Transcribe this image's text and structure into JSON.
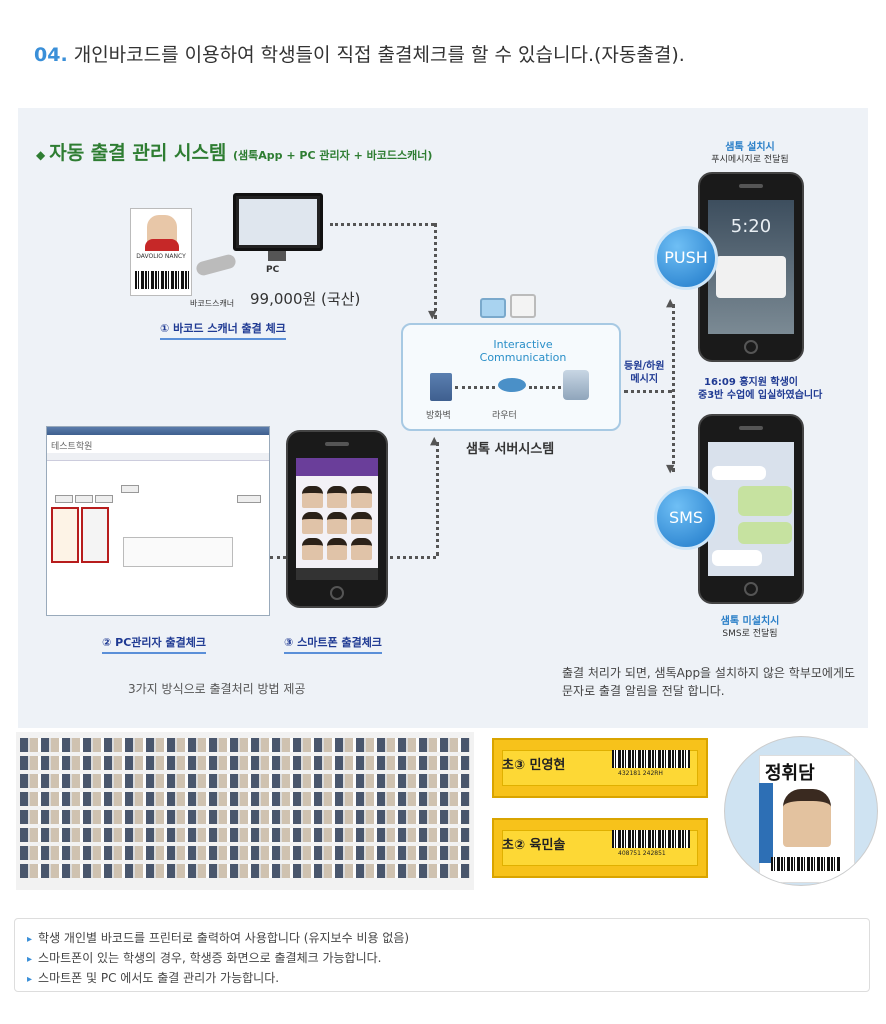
{
  "heading": {
    "number": "04.",
    "text": "개인바코드를 이용하여 학생들이 직접 출결체크를 할 수 있습니다.(자동출결)."
  },
  "diagram": {
    "title": "자동 출결 관리 시스템",
    "title_sub": "(샘톡App + PC 관리자 + 바코드스캐너)",
    "idcard_name": "DAVOLIO NANCY",
    "scanner_label": "바코드스캐너",
    "pc_label": "PC",
    "price": "99,000원 (국산)",
    "caption_1": "① 바코드 스캐너 출결 체크",
    "caption_2": "② PC관리자 출결체크",
    "caption_3": "③ 스마트폰 출결체크",
    "server_text_1": "Interactive",
    "server_text_2": "Communication",
    "firewall_label": "방화벽",
    "router_label": "라우터",
    "server_system_label": "샘톡 서버시스템",
    "message_label_1": "등원/하원",
    "message_label_2": "메시지",
    "push_title": "샘톡 설치시",
    "push_sub": "푸시메시지로 전달됨",
    "push_bubble": "PUSH",
    "phone_time": "5:20",
    "notification_1": "16:09 홍지원 학생이",
    "notification_2": "중3반 수업에 입실하였습니다",
    "sms_bubble": "SMS",
    "sms_title": "샘톡 미설치시",
    "sms_sub": "SMS로 전달됨",
    "pc_app_title": "테스트학원",
    "methods_text": "3가지 방식으로 출결처리 방법 제공",
    "sms_note_1": "출결 처리가 되면, 샘톡App을 설치하지 않은 학부모에게도",
    "sms_note_2": "문자로 출결 알림을 전달 합니다."
  },
  "photos": {
    "label_1": "초③ 민영현",
    "label_1_num": "432181 242RH",
    "label_2": "초② 육민솔",
    "label_2_num": "408751 242851",
    "card_name": "정휘담"
  },
  "notes": [
    "학생 개인별 바코드를 프린터로 출력하여 사용합니다 (유지보수 비용 없음)",
    "스마트폰이 있는 학생의 경우, 학생증 화면으로 출결체크 가능합니다.",
    "스마트폰 및 PC 에서도 출결 관리가 가능합니다."
  ]
}
